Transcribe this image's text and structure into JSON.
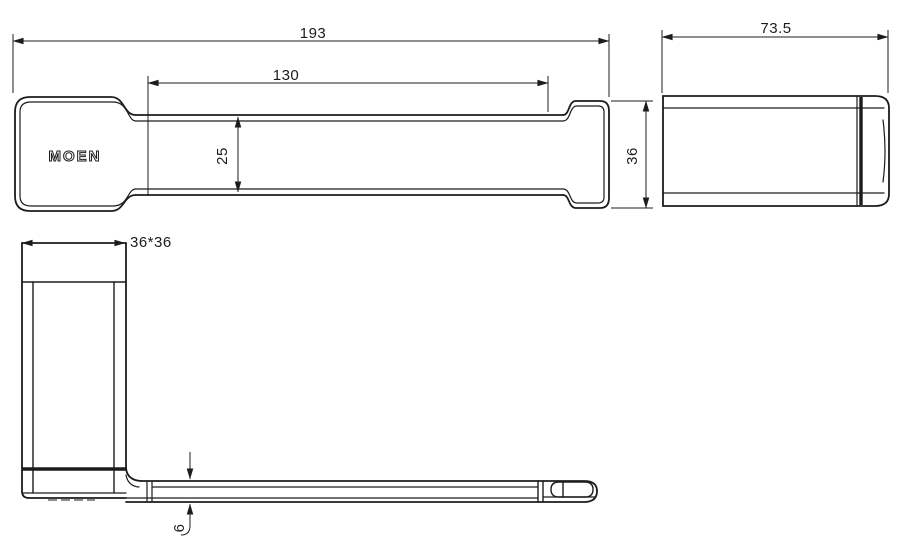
{
  "drawing": {
    "brand_logo": "MOEN",
    "dimensions": {
      "overall_length": "193",
      "bar_length": "130",
      "bar_width": "25",
      "end_height": "36",
      "wall_depth": "73.5",
      "post_section": "36*36",
      "bar_thickness": "6"
    },
    "colors": {
      "line": "#1c1c1c",
      "highlight": "#d9ba3e",
      "background": "#ffffff"
    }
  }
}
